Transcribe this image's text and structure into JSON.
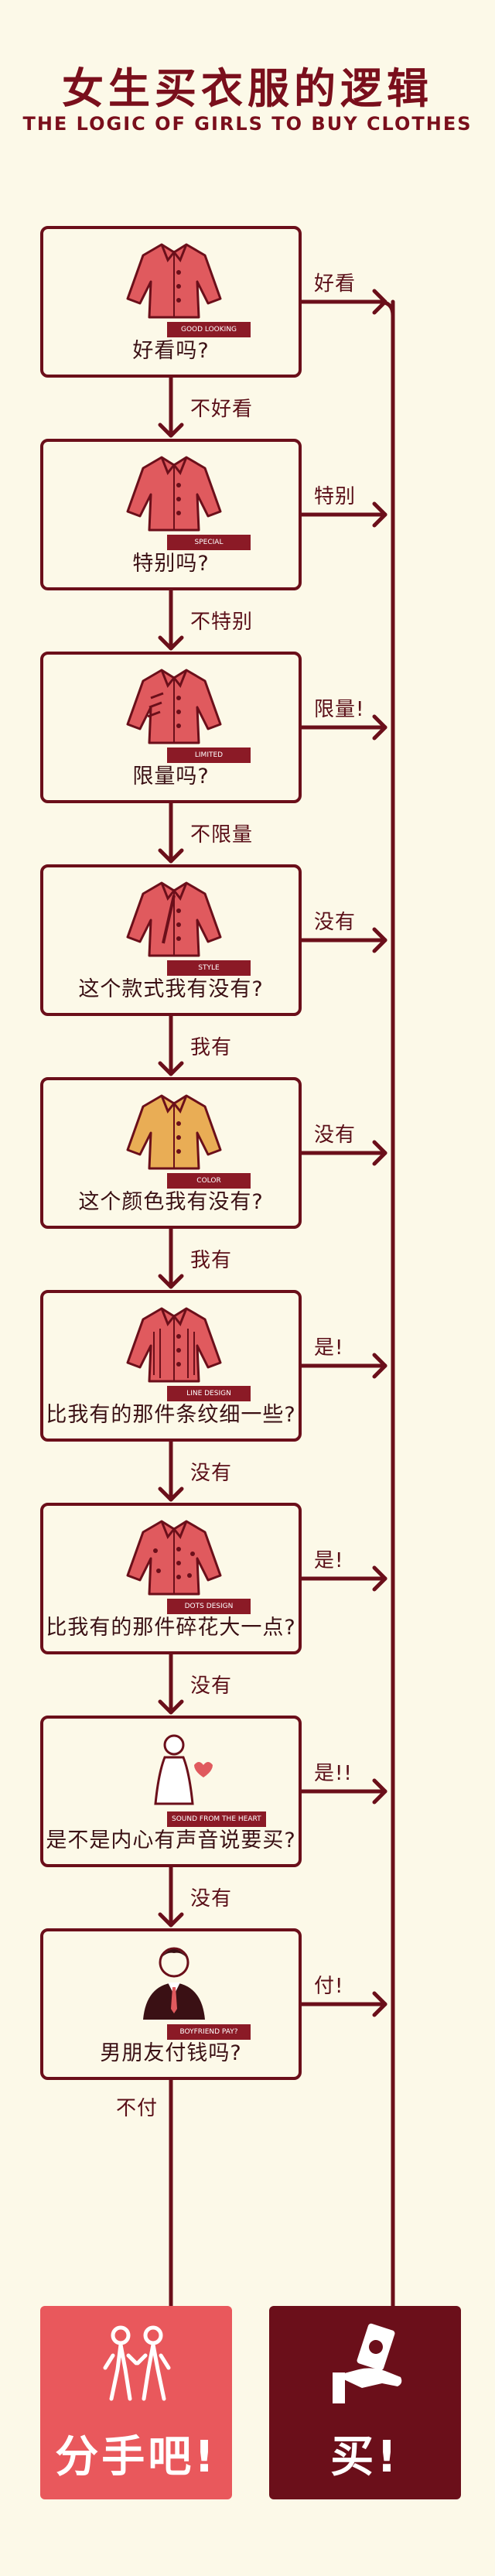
{
  "title": "女生买衣服的逻辑",
  "subtitle": "THE LOGIC OF GIRLS TO BUY CLOTHES",
  "colors": {
    "accent": "#6b0f1a",
    "background": "#fcf9e8",
    "coat_red": "#e05a5e",
    "coat_yellow": "#e9ad55",
    "break_up": "#e9585c",
    "buy": "#6b0f1a"
  },
  "steps": [
    {
      "tag": "GOOD LOOKING",
      "question": "好看吗?",
      "yes": "好看",
      "no": "不好看"
    },
    {
      "tag": "SPECIAL",
      "question": "特别吗?",
      "yes": "特别",
      "no": "不特别"
    },
    {
      "tag": "LIMITED",
      "question": "限量吗?",
      "yes": "限量!",
      "no": "不限量"
    },
    {
      "tag": "STYLE",
      "question": "这个款式我有没有?",
      "yes": "没有",
      "no": "我有"
    },
    {
      "tag": "COLOR",
      "question": "这个颜色我有没有?",
      "yes": "没有",
      "no": "我有"
    },
    {
      "tag": "LINE DESIGN",
      "question": "比我有的那件条纹细一些?",
      "yes": "是!",
      "no": "没有"
    },
    {
      "tag": "DOTS DESIGN",
      "question": "比我有的那件碎花大一点?",
      "yes": "是!",
      "no": "没有"
    },
    {
      "tag": "SOUND FROM THE HEART",
      "question": "是不是内心有声音说要买?",
      "yes": "是!!",
      "no": "没有"
    },
    {
      "tag": "BOYFRIEND PAY?",
      "question": "男朋友付钱吗?",
      "yes": "付!",
      "no": "不付"
    }
  ],
  "outcomes": {
    "break_up": "分手吧!",
    "buy": "买!"
  }
}
